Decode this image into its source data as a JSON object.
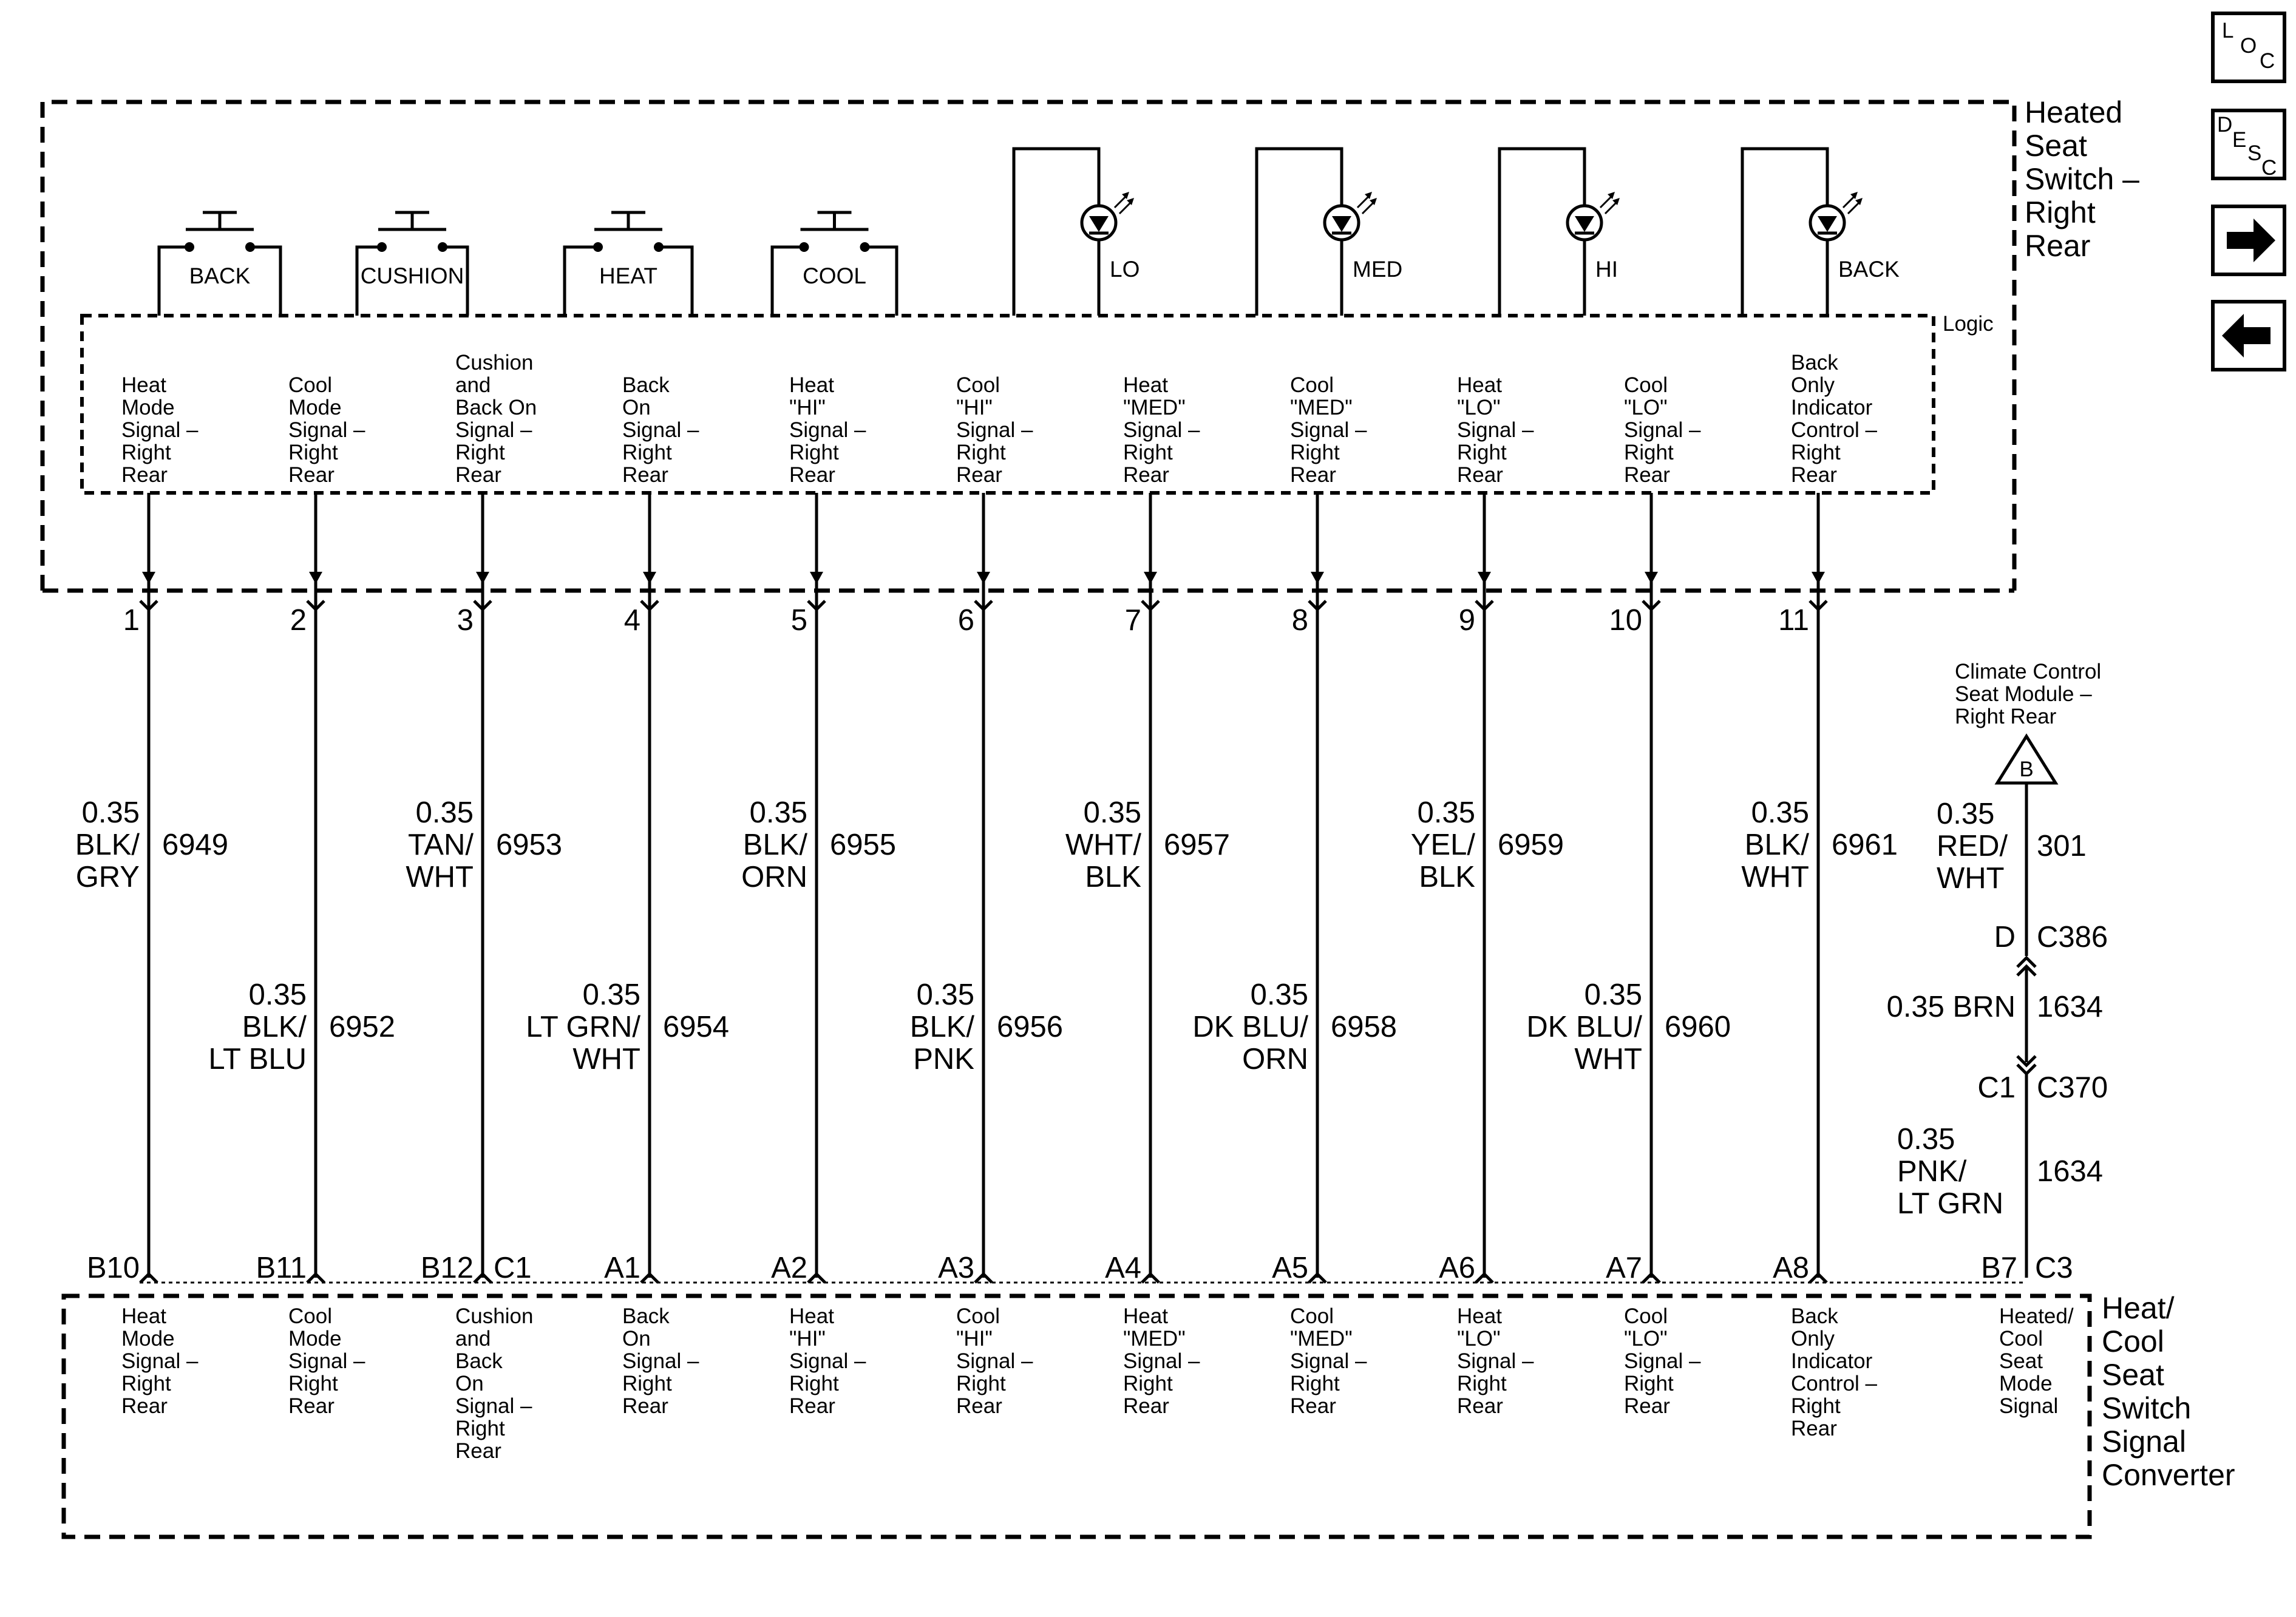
{
  "switch_assembly": {
    "title": [
      "Heated",
      "Seat",
      "Switch –",
      "Right",
      "Rear"
    ],
    "logic_label": "Logic"
  },
  "pushbuttons": [
    "BACK",
    "CUSHION",
    "HEAT",
    "COOL"
  ],
  "indicators": [
    "LO",
    "MED",
    "HI",
    "BACK"
  ],
  "logic_signals": [
    [
      "Heat",
      "Mode",
      "Signal –",
      "Right",
      "Rear"
    ],
    [
      "Cool",
      "Mode",
      "Signal –",
      "Right",
      "Rear"
    ],
    [
      "Cushion",
      "and",
      "Back On",
      "Signal –",
      "Right",
      "Rear"
    ],
    [
      "Back",
      "On",
      "Signal –",
      "Right",
      "Rear"
    ],
    [
      "Heat",
      "\"HI\"",
      "Signal –",
      "Right",
      "Rear"
    ],
    [
      "Cool",
      "\"HI\"",
      "Signal –",
      "Right",
      "Rear"
    ],
    [
      "Heat",
      "\"MED\"",
      "Signal –",
      "Right",
      "Rear"
    ],
    [
      "Cool",
      "\"MED\"",
      "Signal –",
      "Right",
      "Rear"
    ],
    [
      "Heat",
      "\"LO\"",
      "Signal –",
      "Right",
      "Rear"
    ],
    [
      "Cool",
      "\"LO\"",
      "Signal –",
      "Right",
      "Rear"
    ],
    [
      "Back",
      "Only",
      "Indicator",
      "Control –",
      "Right",
      "Rear"
    ]
  ],
  "pins": [
    "1",
    "2",
    "3",
    "4",
    "5",
    "6",
    "7",
    "8",
    "9",
    "10",
    "11"
  ],
  "wires": [
    {
      "gauge": "0.35",
      "color": [
        "BLK/",
        "GRY"
      ],
      "circuit": "6949"
    },
    {
      "gauge": "0.35",
      "color": [
        "BLK/",
        "LT BLU"
      ],
      "circuit": "6952"
    },
    {
      "gauge": "0.35",
      "color": [
        "TAN/",
        "WHT"
      ],
      "circuit": "6953"
    },
    {
      "gauge": "0.35",
      "color": [
        "LT GRN/",
        "WHT"
      ],
      "circuit": "6954"
    },
    {
      "gauge": "0.35",
      "color": [
        "BLK/",
        "ORN"
      ],
      "circuit": "6955"
    },
    {
      "gauge": "0.35",
      "color": [
        "BLK/",
        "PNK"
      ],
      "circuit": "6956"
    },
    {
      "gauge": "0.35",
      "color": [
        "WHT/",
        "BLK"
      ],
      "circuit": "6957"
    },
    {
      "gauge": "0.35",
      "color": [
        "DK BLU/",
        "ORN"
      ],
      "circuit": "6958"
    },
    {
      "gauge": "0.35",
      "color": [
        "YEL/",
        "BLK"
      ],
      "circuit": "6959"
    },
    {
      "gauge": "0.35",
      "color": [
        "DK BLU/",
        "WHT"
      ],
      "circuit": "6960"
    },
    {
      "gauge": "0.35",
      "color": [
        "BLK/",
        "WHT"
      ],
      "circuit": "6961"
    }
  ],
  "power_feed": {
    "module": [
      "Climate Control",
      "Seat Module –",
      "Right Rear"
    ],
    "ref_letter": "B",
    "wire1": {
      "gauge": "0.35",
      "color": [
        "RED/",
        "WHT"
      ],
      "circuit": "301"
    },
    "conn1": {
      "pin": "D",
      "name": "C386"
    },
    "wire2": {
      "label": "0.35 BRN",
      "circuit": "1634"
    },
    "conn2": {
      "pin": "C1",
      "name": "C370"
    },
    "wire3": {
      "gauge": "0.35",
      "color": [
        "PNK/",
        "LT GRN"
      ],
      "circuit": "1634"
    }
  },
  "converter": {
    "title": [
      "Heat/",
      "Cool",
      "Seat",
      "Switch",
      "Signal",
      "Converter"
    ],
    "connector_c1": "C1",
    "connector_c3": "C3",
    "pins": [
      "B10",
      "B11",
      "B12",
      "A1",
      "A2",
      "A3",
      "A4",
      "A5",
      "A6",
      "A7",
      "A8",
      "B7"
    ],
    "signals": [
      [
        "Heat",
        "Mode",
        "Signal –",
        "Right",
        "Rear"
      ],
      [
        "Cool",
        "Mode",
        "Signal –",
        "Right",
        "Rear"
      ],
      [
        "Cushion",
        "and",
        "Back",
        "On",
        "Signal –",
        "Right",
        "Rear"
      ],
      [
        "Back",
        "On",
        "Signal –",
        "Right",
        "Rear"
      ],
      [
        "Heat",
        "\"HI\"",
        "Signal –",
        "Right",
        "Rear"
      ],
      [
        "Cool",
        "\"HI\"",
        "Signal –",
        "Right",
        "Rear"
      ],
      [
        "Heat",
        "\"MED\"",
        "Signal –",
        "Right",
        "Rear"
      ],
      [
        "Cool",
        "\"MED\"",
        "Signal –",
        "Right",
        "Rear"
      ],
      [
        "Heat",
        "\"LO\"",
        "Signal –",
        "Right",
        "Rear"
      ],
      [
        "Cool",
        "\"LO\"",
        "Signal –",
        "Right",
        "Rear"
      ],
      [
        "Back",
        "Only",
        "Indicator",
        "Control –",
        "Right",
        "Rear"
      ],
      [
        "Heated/",
        "Cool",
        "Seat",
        "Mode",
        "Signal"
      ]
    ]
  },
  "nav": {
    "loc": [
      "L",
      "O",
      "C"
    ],
    "desc": [
      "D",
      "E",
      "S",
      "C"
    ],
    "next_icon": "arrow-right-icon",
    "prev_icon": "arrow-left-icon"
  }
}
